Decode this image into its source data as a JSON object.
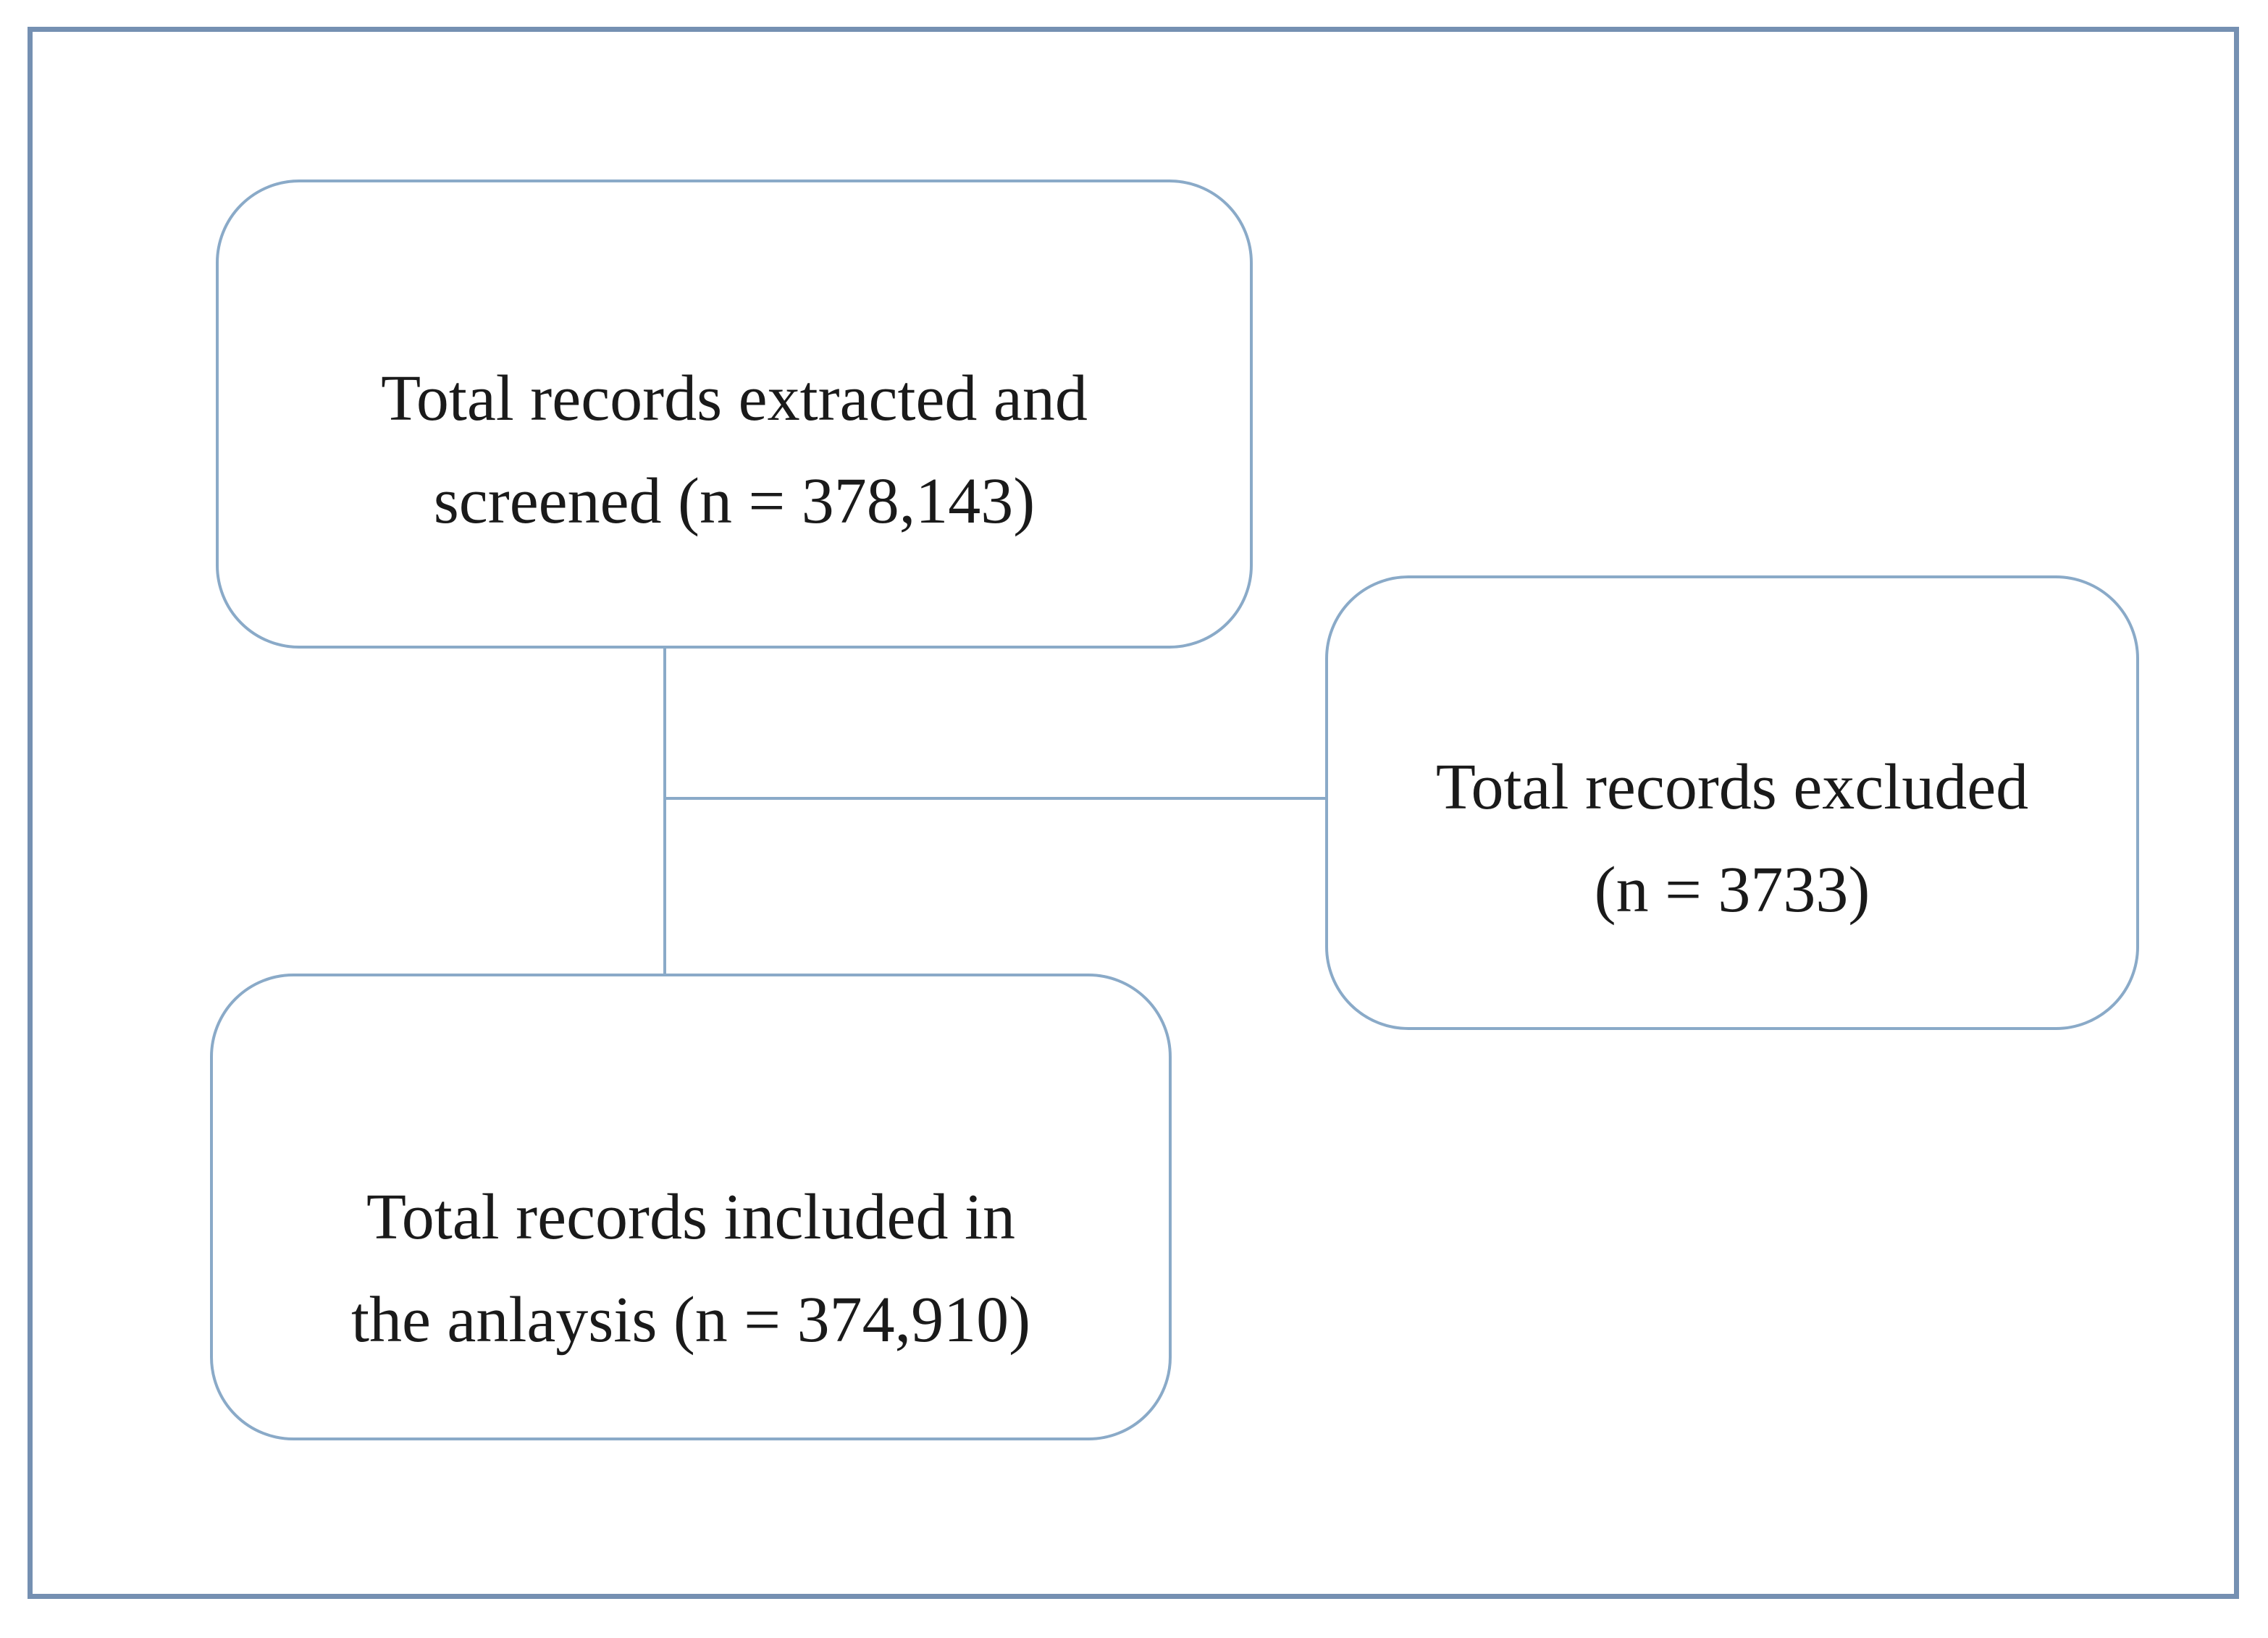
{
  "diagram": {
    "type": "flowchart",
    "colors": {
      "outer_border": "#7590b2",
      "node_border": "#8aaac8",
      "connector": "#8aaac8",
      "text": "#1a1a1a",
      "background": "#ffffff"
    },
    "nodes": [
      {
        "id": "screened",
        "lines": [
          "Total records extracted and",
          "screened (n = 378,143)"
        ],
        "n": 378143
      },
      {
        "id": "excluded",
        "lines": [
          "Total records excluded",
          "(n = 3733)"
        ],
        "n": 3733
      },
      {
        "id": "included",
        "lines": [
          "Total records included in",
          "the anlaysis (n = 374,910)"
        ],
        "n": 374910
      }
    ],
    "edges": [
      {
        "from": "screened",
        "to": "included"
      },
      {
        "from": "screened",
        "to": "excluded"
      }
    ]
  }
}
